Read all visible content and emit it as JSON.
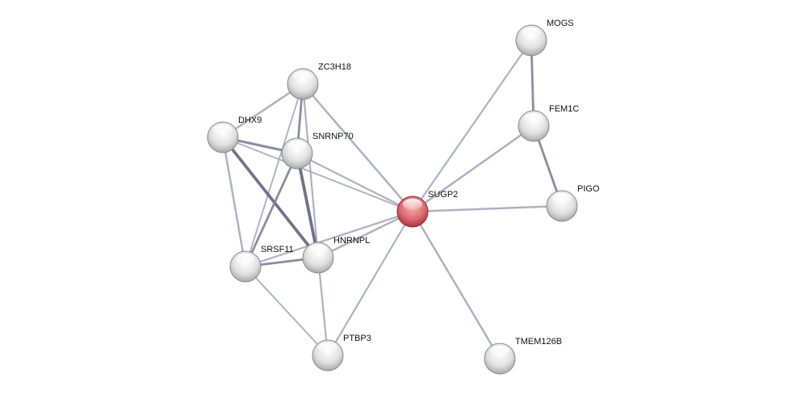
{
  "network": {
    "nodes": [
      {
        "id": "MOGS",
        "label": "MOGS",
        "query": false
      },
      {
        "id": "FEM1C",
        "label": "FEM1C",
        "query": false
      },
      {
        "id": "PIGO",
        "label": "PIGO",
        "query": false
      },
      {
        "id": "SUGP2",
        "label": "SUGP2",
        "query": true
      },
      {
        "id": "TMEM126B",
        "label": "TMEM126B",
        "query": false
      },
      {
        "id": "ZC3H18",
        "label": "ZC3H18",
        "query": false
      },
      {
        "id": "DHX9",
        "label": "DHX9",
        "query": false
      },
      {
        "id": "SNRNP70",
        "label": "SNRNP70",
        "query": false
      },
      {
        "id": "SRSF11",
        "label": "SRSF11",
        "query": false
      },
      {
        "id": "HNRNPL",
        "label": "HNRNPL",
        "query": false
      },
      {
        "id": "PTBP3",
        "label": "PTBP3",
        "query": false
      }
    ],
    "edges": [
      {
        "source": "MOGS",
        "target": "FEM1C",
        "score": 0.6
      },
      {
        "source": "MOGS",
        "target": "SUGP2",
        "score": 0.4
      },
      {
        "source": "FEM1C",
        "target": "SUGP2",
        "score": 0.5
      },
      {
        "source": "FEM1C",
        "target": "PIGO",
        "score": 0.6
      },
      {
        "source": "PIGO",
        "target": "SUGP2",
        "score": 0.5
      },
      {
        "source": "SUGP2",
        "target": "TMEM126B",
        "score": 0.5
      },
      {
        "source": "SUGP2",
        "target": "PTBP3",
        "score": 0.4
      },
      {
        "source": "SUGP2",
        "target": "HNRNPL",
        "score": 0.5
      },
      {
        "source": "SUGP2",
        "target": "SRSF11",
        "score": 0.4
      },
      {
        "source": "SUGP2",
        "target": "SNRNP70",
        "score": 0.4
      },
      {
        "source": "SUGP2",
        "target": "ZC3H18",
        "score": 0.5
      },
      {
        "source": "SUGP2",
        "target": "DHX9",
        "score": 0.3
      },
      {
        "source": "ZC3H18",
        "target": "DHX9",
        "score": 0.5
      },
      {
        "source": "ZC3H18",
        "target": "SNRNP70",
        "score": 0.6
      },
      {
        "source": "ZC3H18",
        "target": "HNRNPL",
        "score": 0.4
      },
      {
        "source": "ZC3H18",
        "target": "SRSF11",
        "score": 0.3
      },
      {
        "source": "DHX9",
        "target": "SNRNP70",
        "score": 0.7
      },
      {
        "source": "DHX9",
        "target": "HNRNPL",
        "score": 0.9
      },
      {
        "source": "DHX9",
        "target": "SRSF11",
        "score": 0.5
      },
      {
        "source": "SNRNP70",
        "target": "HNRNPL",
        "score": 0.95
      },
      {
        "source": "SNRNP70",
        "target": "SRSF11",
        "score": 0.6
      },
      {
        "source": "SRSF11",
        "target": "HNRNPL",
        "score": 0.6
      },
      {
        "source": "SRSF11",
        "target": "PTBP3",
        "score": 0.3
      },
      {
        "source": "HNRNPL",
        "target": "PTBP3",
        "score": 0.4
      }
    ],
    "colors": {
      "node": "#dcdcdc",
      "query_node": "#e0727a",
      "edge": "#8a8ea8"
    }
  }
}
